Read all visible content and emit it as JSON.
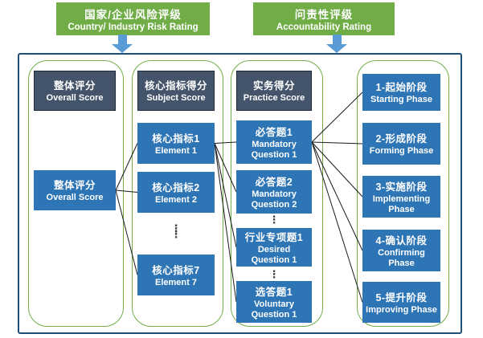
{
  "palette": {
    "green": "#70AD47",
    "blue": "#2E75B6",
    "dark": "#44546A",
    "navy": "#1F4E79",
    "arrow": "#5B9BD5",
    "line": "#1a1a1a"
  },
  "top_labels": [
    {
      "zh": "国家/企业风险评级",
      "en": "Country/ Industry Risk Rating"
    },
    {
      "zh": "问责性评级",
      "en": "Accountability Rating"
    }
  ],
  "columns": [
    {
      "header": {
        "zh": "整体评分",
        "en": "Overall Score"
      },
      "boxes": [
        {
          "zh": "整体评分",
          "en": "Overall Score"
        }
      ]
    },
    {
      "header": {
        "zh": "核心指标得分",
        "en": "Subject Score"
      },
      "boxes": [
        {
          "zh": "核心指标1",
          "en": "Element 1"
        },
        {
          "zh": "核心指标2",
          "en": "Element 2"
        },
        {
          "zh": "核心指标7",
          "en": "Element 7"
        }
      ],
      "ellipsis": "⋮\n⋮"
    },
    {
      "header": {
        "zh": "实务得分",
        "en": "Practice Score"
      },
      "boxes": [
        {
          "zh": "必答题1",
          "en": "Mandatory Question 1"
        },
        {
          "zh": "必答题2",
          "en": "Mandatory Question 2"
        },
        {
          "zh": "行业专项题1",
          "en": "Desired Question 1"
        },
        {
          "zh": "选答题1",
          "en": "Voluntary Question 1"
        }
      ],
      "ellipsis": "⋮"
    },
    {
      "boxes": [
        {
          "zh": "1-起始阶段",
          "en": "Starting Phase"
        },
        {
          "zh": "2-形成阶段",
          "en": "Forming Phase"
        },
        {
          "zh": "3-实施阶段",
          "en": "Implementing Phase"
        },
        {
          "zh": "4-确认阶段",
          "en": "Confirming Phase"
        },
        {
          "zh": "5-提升阶段",
          "en": "Improving Phase"
        }
      ]
    }
  ],
  "connections": [
    [
      "box-overall-score",
      "box-element-1"
    ],
    [
      "box-overall-score",
      "box-element-2"
    ],
    [
      "box-overall-score",
      "box-element-7"
    ],
    [
      "box-element-1",
      "box-mandatory-q1"
    ],
    [
      "box-element-1",
      "box-mandatory-q2"
    ],
    [
      "box-element-1",
      "box-desired-q1"
    ],
    [
      "box-element-1",
      "box-voluntary-q1"
    ],
    [
      "box-mandatory-q1",
      "box-phase-1"
    ],
    [
      "box-mandatory-q1",
      "box-phase-2"
    ],
    [
      "box-mandatory-q1",
      "box-phase-3"
    ],
    [
      "box-mandatory-q1",
      "box-phase-4"
    ],
    [
      "box-mandatory-q1",
      "box-phase-5"
    ]
  ]
}
